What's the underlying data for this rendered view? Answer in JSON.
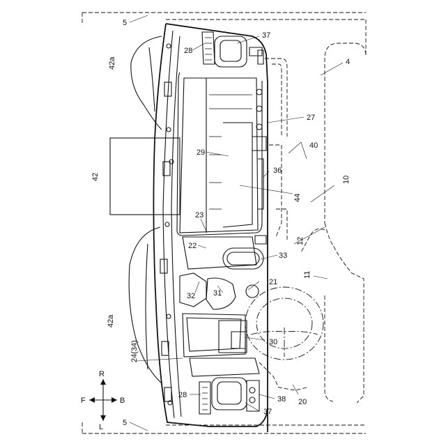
{
  "figure": {
    "labels": {
      "l5_top": "5",
      "l37_top": "37",
      "l28_top": "28",
      "l42a_top": "42a",
      "l4": "4",
      "l27": "27",
      "l40": "40",
      "l29": "29",
      "l36": "36",
      "l10": "10",
      "l42": "42",
      "l44": "44",
      "l23": "23",
      "l22": "22",
      "l12": "12",
      "l33": "33",
      "l11": "11",
      "l21": "21",
      "l32": "32",
      "l31": "31",
      "l42a_bot": "42a",
      "l30": "30",
      "l24": "24(34)",
      "l28_bot": "28",
      "l38": "38",
      "l20": "20",
      "l37_bot": "37",
      "l5_bot": "5"
    },
    "compass": {
      "r": "R",
      "f": "F",
      "b": "B",
      "l": "L"
    }
  }
}
